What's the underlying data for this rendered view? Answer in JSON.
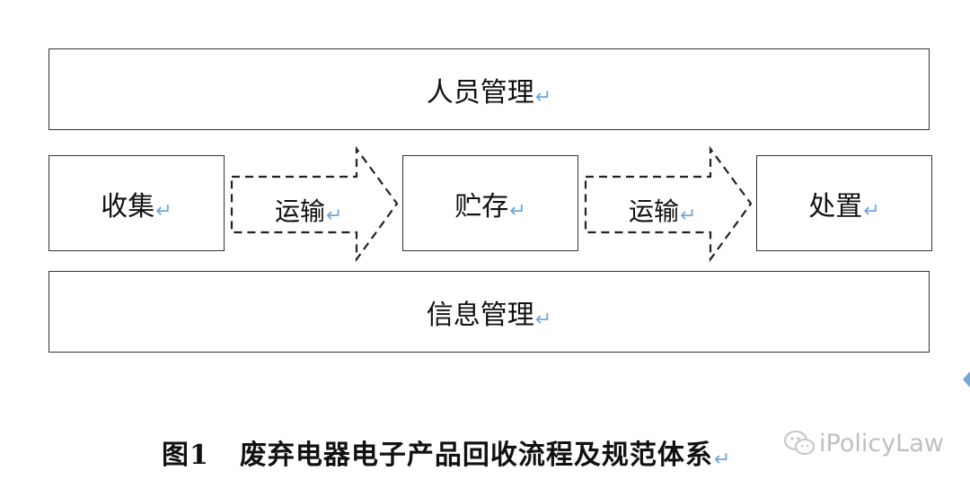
{
  "boxes": {
    "personnel": "人员管理",
    "collect": "收集",
    "storage": "贮存",
    "disposal": "处置",
    "information": "信息管理"
  },
  "arrows": {
    "transport_1": "运输",
    "transport_2": "运输"
  },
  "paragraph_mark": "↵",
  "caption": {
    "figure_number": "图1",
    "title": "废弃电器电子产品回收流程及规范体系"
  },
  "watermark": {
    "text": "iPolicyLaw",
    "icon": "wechat-icon"
  },
  "colors": {
    "border": "#333333",
    "paragraph_mark": "#6fa8dc",
    "watermark": "#bfbfbf"
  }
}
